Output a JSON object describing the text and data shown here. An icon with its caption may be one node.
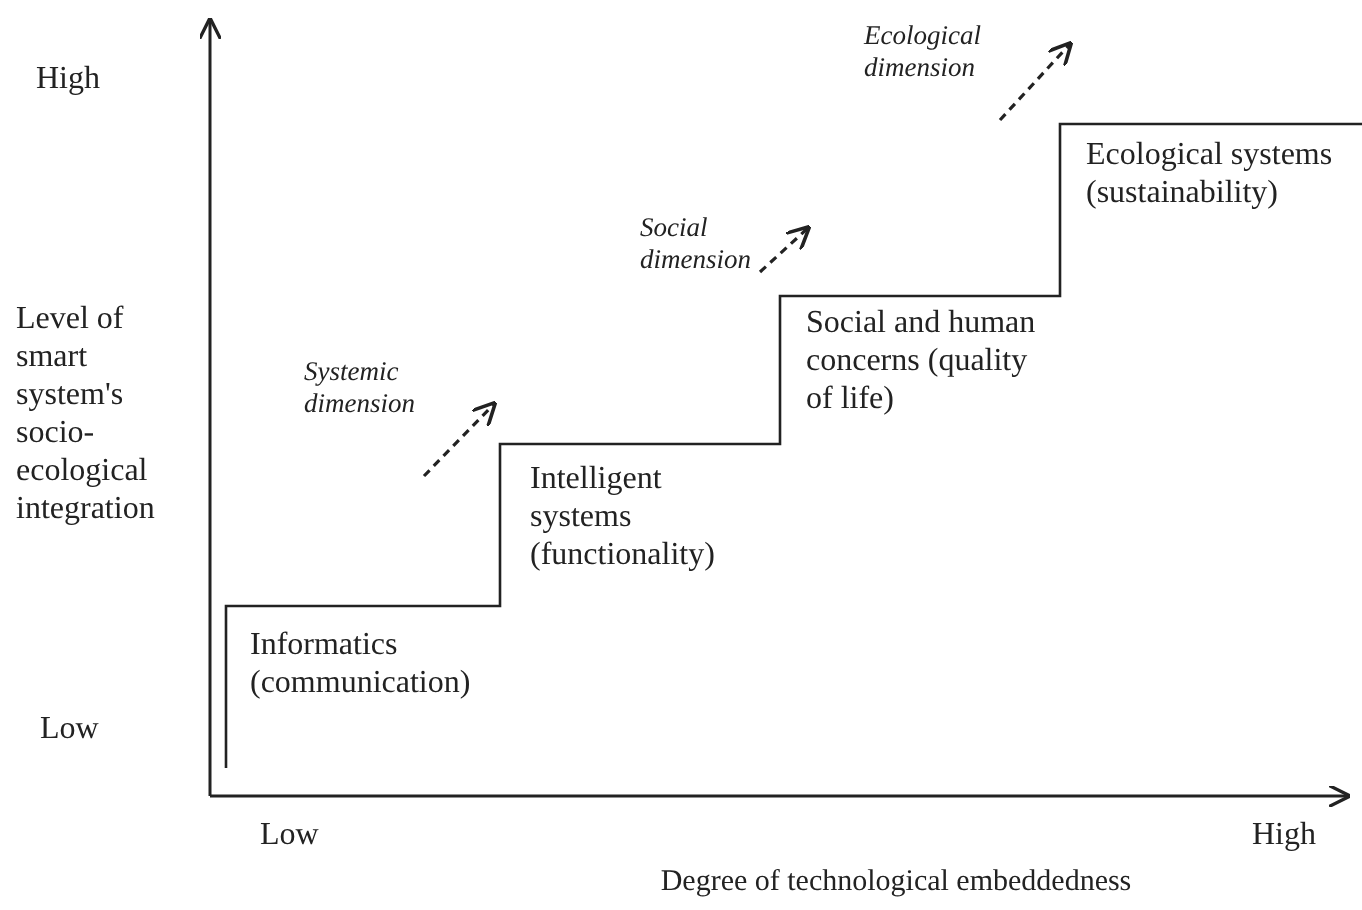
{
  "diagram": {
    "labels": [
      "High",
      "Level of smart system's socio-ecological integration",
      "Low",
      "Ecological dimension",
      "Ecological systems (sustainability)",
      "Social dimension",
      "Social and human concerns (quality of life)",
      "Systemic dimension",
      "Intelligent systems (functionality)",
      "Informatics (communication)",
      "Low",
      "High",
      "Degree of technological embeddedness"
    ]
  }
}
